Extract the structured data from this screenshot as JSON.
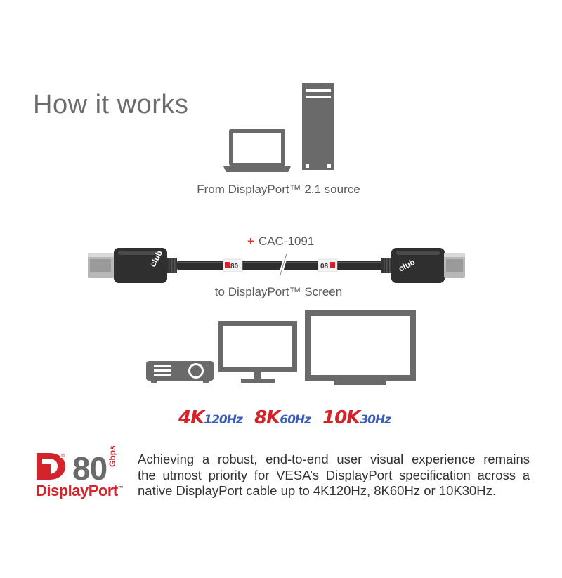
{
  "title": "How it works",
  "source_label": "From DisplayPort™ 2.1 source",
  "cable": {
    "plus": "+",
    "model": "CAC-1091",
    "brand": "club",
    "tag_left": "80",
    "tag_right": "08"
  },
  "target_label": "to DisplayPort™ Screen",
  "resolutions": [
    {
      "big": "4K",
      "small": "120Hz"
    },
    {
      "big": "8K",
      "small": "60Hz"
    },
    {
      "big": "10K",
      "small": "30Hz"
    }
  ],
  "badge": {
    "number": "80",
    "unit": "Gbps",
    "word": "DisplayPort",
    "tm": "™"
  },
  "description_lines": [
    "Achieving a robust, end-to-end user visual experience remains",
    "the utmost priority for VESA’s DisplayPort specification across a",
    "native DisplayPort cable up to 4K120Hz, 8K60Hz or 10K30Hz."
  ],
  "colors": {
    "device_grey": "#6a6a6a",
    "red": "#d3242c",
    "blue": "#3d5db8"
  }
}
